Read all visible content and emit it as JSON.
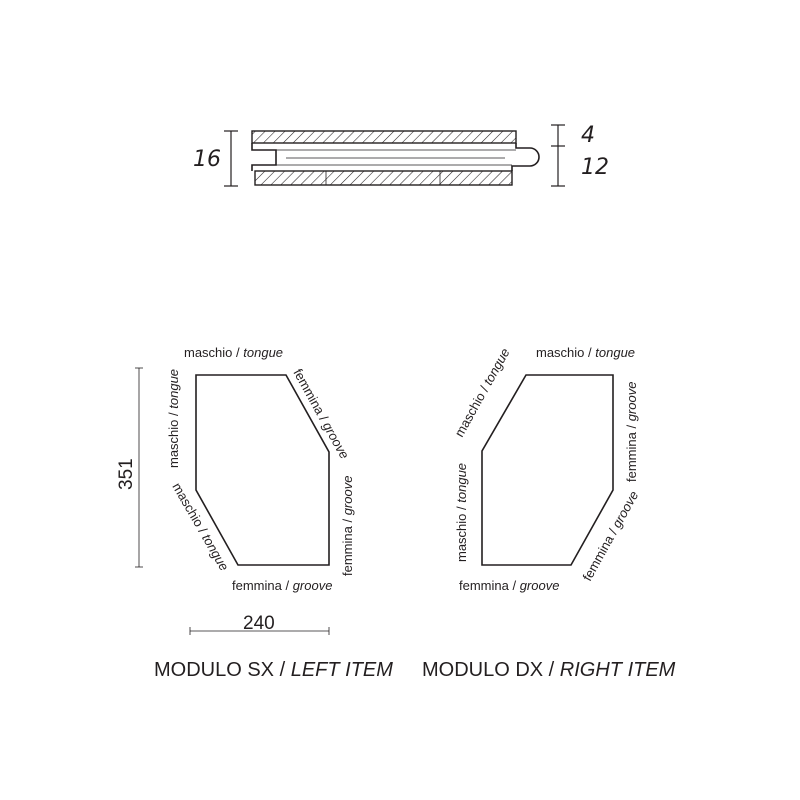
{
  "section": {
    "total_thickness": "16",
    "top_layer": "4",
    "bottom_layer": "12"
  },
  "edge_labels": {
    "tongue_word": "maschio",
    "tongue_en": "tongue",
    "groove_word": "femmina",
    "groove_en": "groove",
    "separator": " / "
  },
  "dimensions": {
    "height": "351",
    "width": "240"
  },
  "captions": {
    "left_it": "MODULO SX / ",
    "left_en": "LEFT ITEM",
    "right_it": "MODULO DX / ",
    "right_en": "RIGHT ITEM"
  },
  "colors": {
    "ink": "#231f20",
    "background": "#ffffff"
  }
}
